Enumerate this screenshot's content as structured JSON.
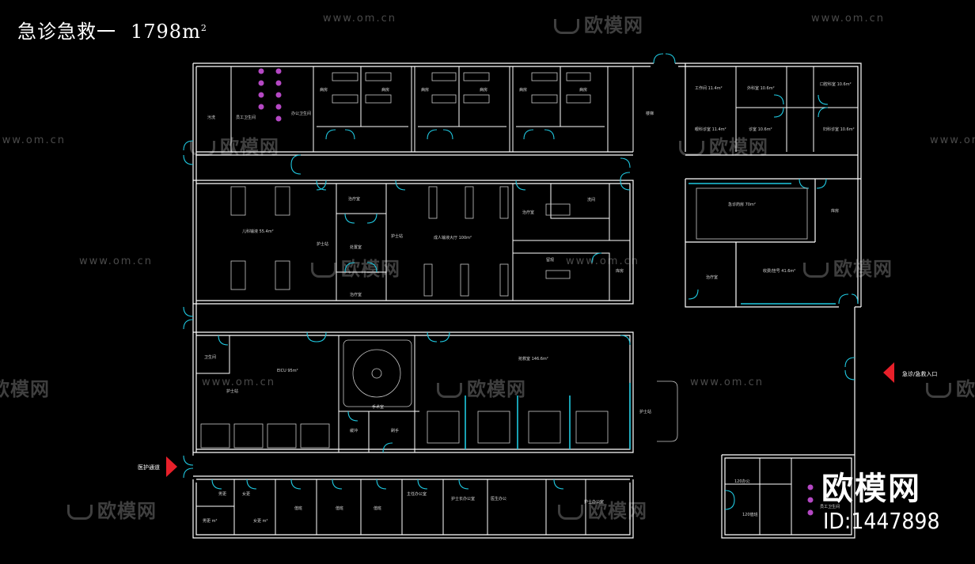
{
  "header": {
    "title": "急诊急救一",
    "area_value": "1798m",
    "area_sup": "2"
  },
  "watermarks": {
    "url": "www.om.cn",
    "brand": "欧模网"
  },
  "branding": {
    "big_text": "欧模网",
    "id_text": "ID:1447898"
  },
  "entrances": {
    "right_label": "急诊/急救入口",
    "left_label": "医护通道"
  },
  "rooms": [
    {
      "key": "r1",
      "label": "污洗"
    },
    {
      "key": "r2",
      "label": "员工卫生间"
    },
    {
      "key": "r3",
      "label": "办公卫生间"
    },
    {
      "key": "r4",
      "label": "病房"
    },
    {
      "key": "r5",
      "label": "病房"
    },
    {
      "key": "r6",
      "label": "病房"
    },
    {
      "key": "r7",
      "label": "病房"
    },
    {
      "key": "r8",
      "label": "病房"
    },
    {
      "key": "r9",
      "label": "病房"
    },
    {
      "key": "r10",
      "label": "楼梯"
    },
    {
      "key": "r11",
      "label": "工作间 11.4m²"
    },
    {
      "key": "r12",
      "label": "外科室 10.6m²"
    },
    {
      "key": "r13",
      "label": "口腔科室 10.6m²"
    },
    {
      "key": "r14",
      "label": "眼科诊室 11.4m²"
    },
    {
      "key": "r15",
      "label": "诊室 10.6m²"
    },
    {
      "key": "r16",
      "label": "妇科诊室 10.6m²"
    },
    {
      "key": "r17",
      "label": "儿科输液 55.4m²"
    },
    {
      "key": "r18",
      "label": "护士站"
    },
    {
      "key": "r19",
      "label": "治疗室"
    },
    {
      "key": "r20",
      "label": "处置室"
    },
    {
      "key": "r21",
      "label": "治疗室"
    },
    {
      "key": "r22",
      "label": "护士站"
    },
    {
      "key": "r23",
      "label": "成人输液大厅 100m²"
    },
    {
      "key": "r24",
      "label": "治疗室"
    },
    {
      "key": "r25",
      "label": "洗间"
    },
    {
      "key": "r26",
      "label": "留观"
    },
    {
      "key": "r27",
      "label": "库房"
    },
    {
      "key": "r28",
      "label": "急诊药房 70m²"
    },
    {
      "key": "r29",
      "label": "库房"
    },
    {
      "key": "r30",
      "label": "治疗室"
    },
    {
      "key": "r31",
      "label": "收费/挂号 41.6m²"
    },
    {
      "key": "r32",
      "label": "卫生间"
    },
    {
      "key": "r33",
      "label": "EICU 95m²"
    },
    {
      "key": "r34",
      "label": "护士站"
    },
    {
      "key": "r35",
      "label": "手术室"
    },
    {
      "key": "r36",
      "label": "刷手"
    },
    {
      "key": "r37",
      "label": "缓冲"
    },
    {
      "key": "r38",
      "label": "抢救室 146.6m²"
    },
    {
      "key": "r39",
      "label": "护士站"
    },
    {
      "key": "r40",
      "label": "120办公"
    },
    {
      "key": "r41",
      "label": "120值班"
    },
    {
      "key": "r42",
      "label": "员工卫生间"
    },
    {
      "key": "r43",
      "label": "男更"
    },
    {
      "key": "r44",
      "label": "女更"
    },
    {
      "key": "r45",
      "label": "男更 m²"
    },
    {
      "key": "r46",
      "label": "女更 m²"
    },
    {
      "key": "r47",
      "label": "值班"
    },
    {
      "key": "r48",
      "label": "值班"
    },
    {
      "key": "r49",
      "label": "值班"
    },
    {
      "key": "r50",
      "label": "主任办公室"
    },
    {
      "key": "r51",
      "label": "护士长办公室"
    },
    {
      "key": "r52",
      "label": "医生办公"
    },
    {
      "key": "r53",
      "label": "护士办公室"
    }
  ],
  "colors": {
    "background": "#000000",
    "walls": "#ffffff",
    "doors": "#1fc8e0",
    "entry_arrow": "#e8202a",
    "watermark": "#454545"
  }
}
